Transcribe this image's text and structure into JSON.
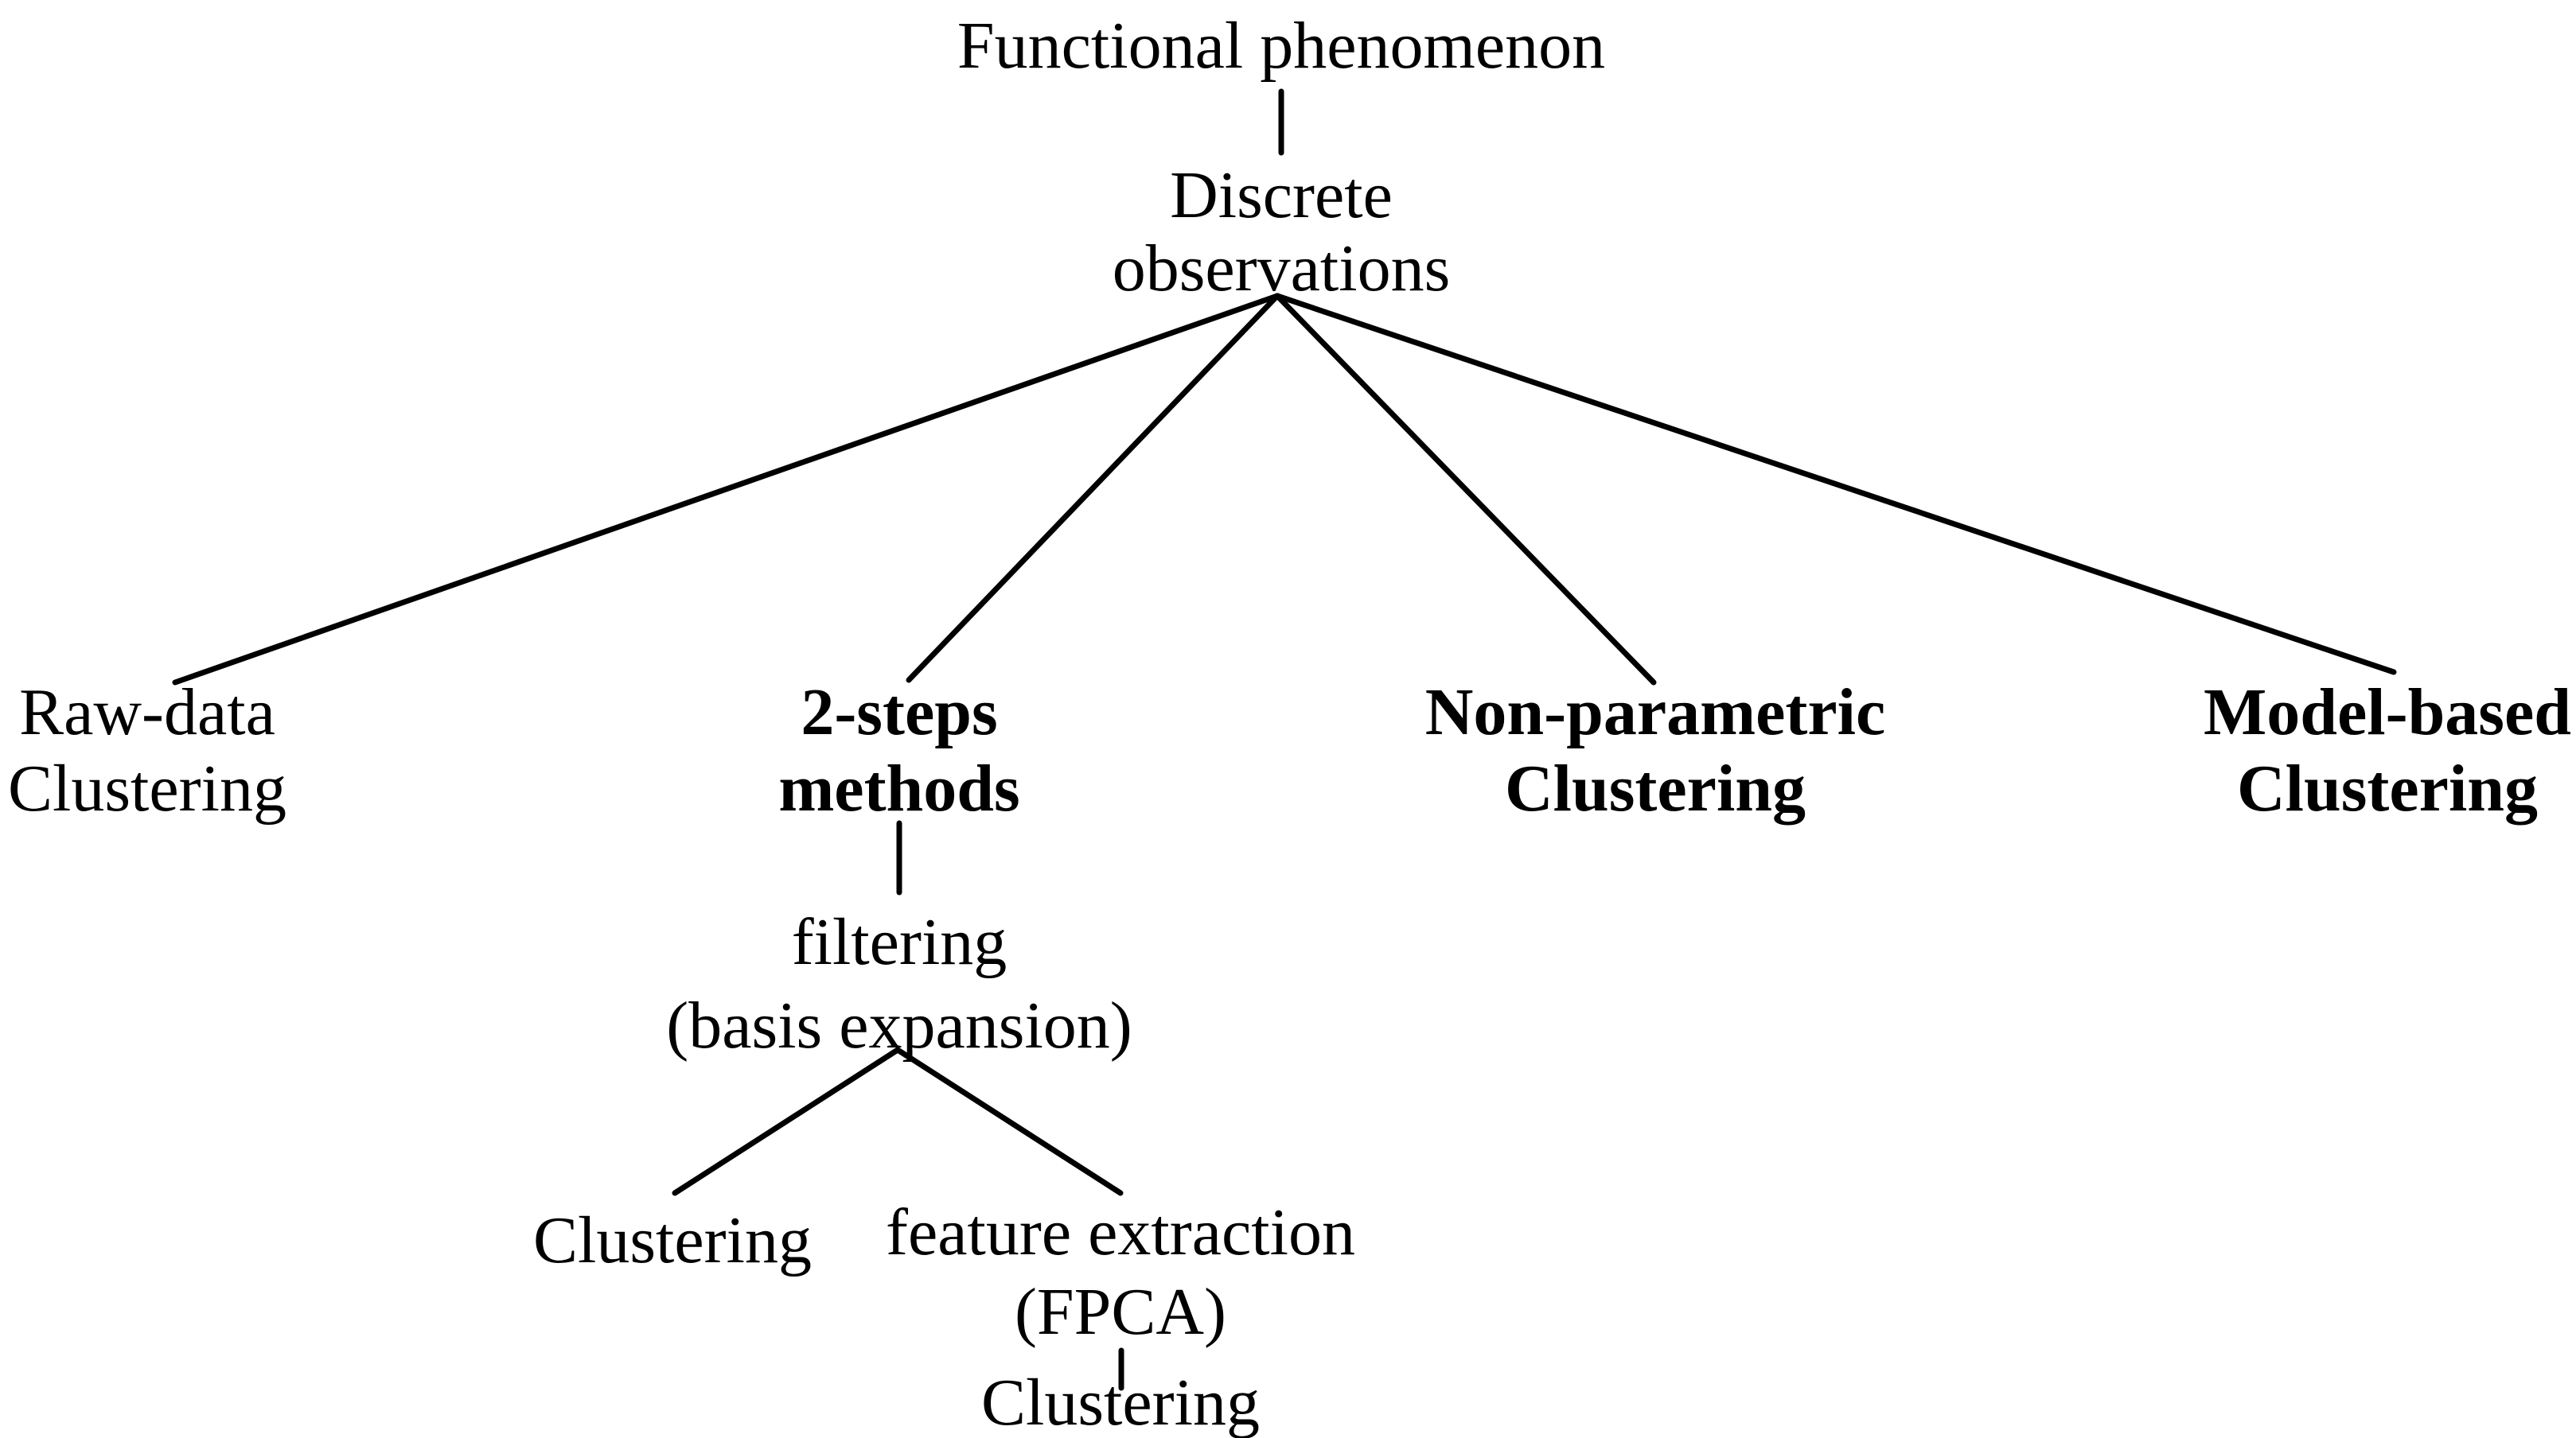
{
  "figure": {
    "background_color": "#ffffff",
    "text_color": "#000000",
    "root": {
      "label": "Functional phenomenon"
    },
    "discrete": {
      "line1": "Discrete",
      "line2": "observations"
    },
    "branch_raw_data": {
      "line1": "Raw-data",
      "line2": "Clustering",
      "bold": false
    },
    "branch_two_steps": {
      "line1": "2-steps",
      "line2": "methods",
      "bold": true
    },
    "branch_non_parametric": {
      "line1": "Non-parametric",
      "line2": "Clustering",
      "bold": true
    },
    "branch_model_based": {
      "line1": "Model-based",
      "line2": "Clustering",
      "bold": true
    },
    "filtering": {
      "line1": "filtering",
      "line2": "(basis expansion)"
    },
    "clustering_left": {
      "label": "Clustering"
    },
    "feature_extraction": {
      "line1": "feature extraction",
      "line2": "(FPCA)"
    },
    "clustering_bottom": {
      "label": "Clustering"
    }
  }
}
